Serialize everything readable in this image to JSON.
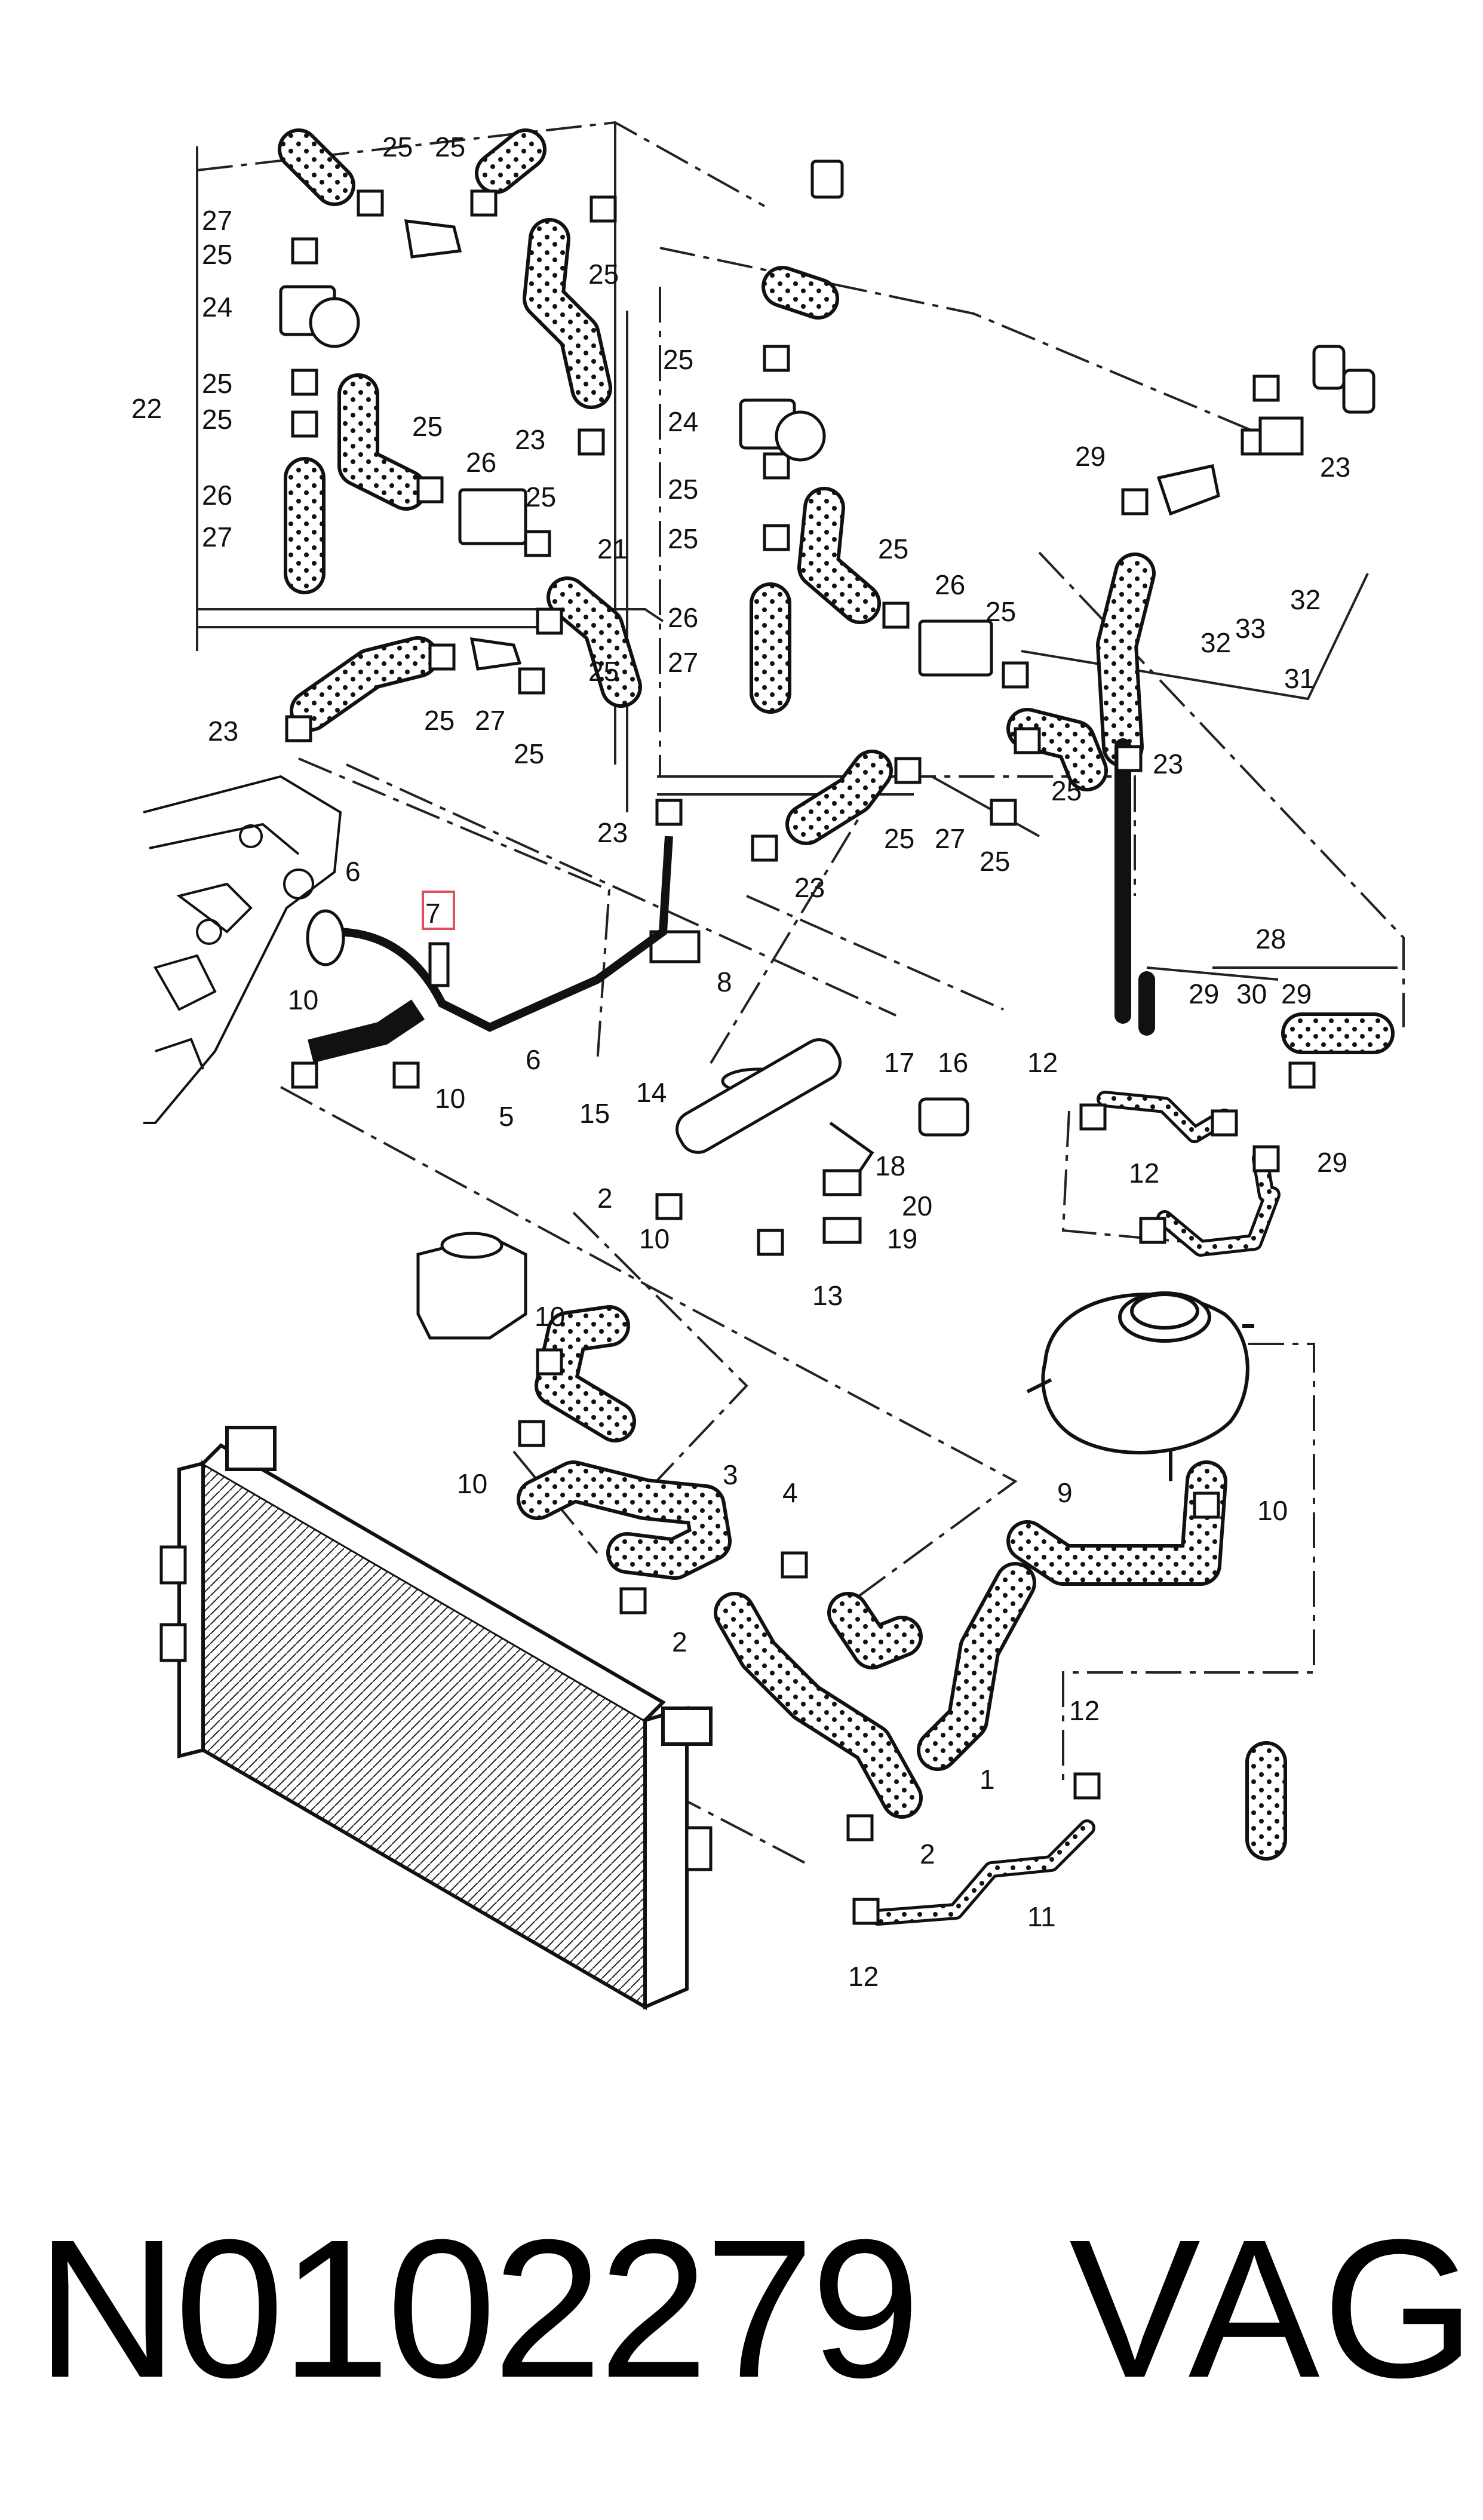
{
  "footer": {
    "part_number": "N0102279",
    "brand": "VAG"
  },
  "highlight": {
    "callout": "7",
    "color": "#e0505a"
  },
  "callouts": [
    {
      "id": "c25a",
      "text": "25"
    },
    {
      "id": "c25b",
      "text": "25"
    },
    {
      "id": "c27a",
      "text": "27"
    },
    {
      "id": "c25c",
      "text": "25"
    },
    {
      "id": "c25d",
      "text": "25"
    },
    {
      "id": "c24a",
      "text": "24"
    },
    {
      "id": "c22",
      "text": "22"
    },
    {
      "id": "c25e",
      "text": "25"
    },
    {
      "id": "c25f",
      "text": "25"
    },
    {
      "id": "c25g",
      "text": "25"
    },
    {
      "id": "c23a",
      "text": "23"
    },
    {
      "id": "c26a",
      "text": "26"
    },
    {
      "id": "c27b",
      "text": "27"
    },
    {
      "id": "c26b",
      "text": "26"
    },
    {
      "id": "c25h",
      "text": "25"
    },
    {
      "id": "c25i",
      "text": "25"
    },
    {
      "id": "c27c",
      "text": "27"
    },
    {
      "id": "c25j",
      "text": "25"
    },
    {
      "id": "c23b",
      "text": "23"
    },
    {
      "id": "c25k",
      "text": "25"
    },
    {
      "id": "c25l",
      "text": "25"
    },
    {
      "id": "c24b",
      "text": "24"
    },
    {
      "id": "c25m",
      "text": "25"
    },
    {
      "id": "c25n",
      "text": "25"
    },
    {
      "id": "c21",
      "text": "21"
    },
    {
      "id": "c25o",
      "text": "25"
    },
    {
      "id": "c26c",
      "text": "26"
    },
    {
      "id": "c26d",
      "text": "26"
    },
    {
      "id": "c25p",
      "text": "25"
    },
    {
      "id": "c27d",
      "text": "27"
    },
    {
      "id": "c25q",
      "text": "25"
    },
    {
      "id": "c25r",
      "text": "25"
    },
    {
      "id": "c27e",
      "text": "27"
    },
    {
      "id": "c25s",
      "text": "25"
    },
    {
      "id": "c23c",
      "text": "23"
    },
    {
      "id": "c23d",
      "text": "23"
    },
    {
      "id": "c29a",
      "text": "29"
    },
    {
      "id": "c23e",
      "text": "23"
    },
    {
      "id": "c32a",
      "text": "32"
    },
    {
      "id": "c33",
      "text": "33"
    },
    {
      "id": "c32b",
      "text": "32"
    },
    {
      "id": "c31",
      "text": "31"
    },
    {
      "id": "c23f",
      "text": "23"
    },
    {
      "id": "c6a",
      "text": "6"
    },
    {
      "id": "c8",
      "text": "8"
    },
    {
      "id": "c28",
      "text": "28"
    },
    {
      "id": "c29b",
      "text": "29"
    },
    {
      "id": "c30",
      "text": "30"
    },
    {
      "id": "c29c",
      "text": "29"
    },
    {
      "id": "c10a",
      "text": "10"
    },
    {
      "id": "c6b",
      "text": "6"
    },
    {
      "id": "c10b",
      "text": "10"
    },
    {
      "id": "c5",
      "text": "5"
    },
    {
      "id": "c14",
      "text": "14"
    },
    {
      "id": "c17",
      "text": "17"
    },
    {
      "id": "c16",
      "text": "16"
    },
    {
      "id": "c12a",
      "text": "12"
    },
    {
      "id": "c15",
      "text": "15"
    },
    {
      "id": "c18",
      "text": "18"
    },
    {
      "id": "c2a",
      "text": "2"
    },
    {
      "id": "c20",
      "text": "20"
    },
    {
      "id": "c12b",
      "text": "12"
    },
    {
      "id": "c29d",
      "text": "29"
    },
    {
      "id": "c10c",
      "text": "10"
    },
    {
      "id": "c19",
      "text": "19"
    },
    {
      "id": "c13",
      "text": "13"
    },
    {
      "id": "c10d",
      "text": "10"
    },
    {
      "id": "c10e",
      "text": "10"
    },
    {
      "id": "c3",
      "text": "3"
    },
    {
      "id": "c4",
      "text": "4"
    },
    {
      "id": "c9",
      "text": "9"
    },
    {
      "id": "c10f",
      "text": "10"
    },
    {
      "id": "c2b",
      "text": "2"
    },
    {
      "id": "c12c",
      "text": "12"
    },
    {
      "id": "c1",
      "text": "1"
    },
    {
      "id": "c2c",
      "text": "2"
    },
    {
      "id": "c11",
      "text": "11"
    },
    {
      "id": "c12d",
      "text": "12"
    }
  ]
}
